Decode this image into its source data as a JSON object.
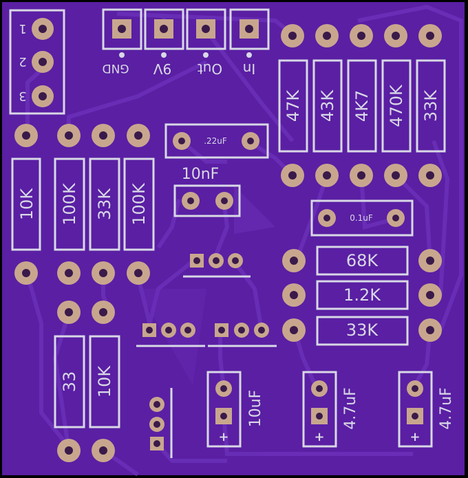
{
  "colors": {
    "board": "#5a1fa3",
    "trace": "#6a2fb8",
    "silk": "#d8d8e6",
    "pad": "#c8a68e",
    "hole": "#3a1a4a",
    "edge": "#000000"
  },
  "header": {
    "pins": [
      "1",
      "2",
      "3"
    ]
  },
  "power": {
    "labels": [
      "GND",
      "9V",
      "Out",
      "In"
    ]
  },
  "resistors": {
    "r47k": "47K",
    "r43k": "43K",
    "r4k7": "4K7",
    "r470k": "470K",
    "r33k_top": "33K",
    "r10k_left": "10K",
    "r100k_a": "100K",
    "r33k_mid": "33K",
    "r100k_b": "100K",
    "r68k": "68K",
    "r1_2k": "1.2K",
    "r33k_right": "33K",
    "r33_bottom": "33",
    "r10k_bottom": "10K"
  },
  "capacitors": {
    "c22": ".22uF",
    "c10n": "10nF",
    "c01": "0.1uF",
    "c10u": "10uF",
    "c47u_a": "4.7uF",
    "c47u_b": "4.7uF",
    "plus": "+"
  }
}
